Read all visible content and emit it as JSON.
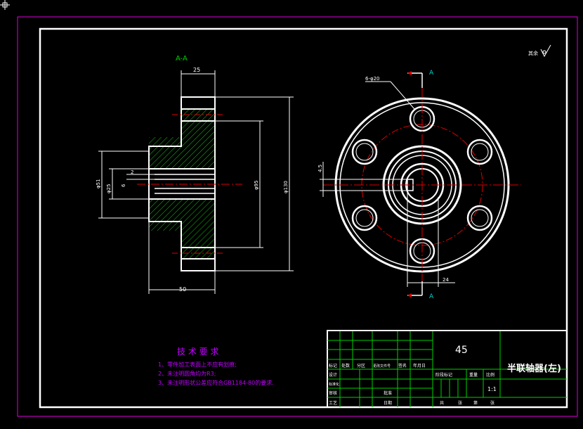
{
  "section_label": "A-A",
  "section_arrow_letter": "A",
  "roughness_note": "其余",
  "dimensions": {
    "hub_width": "25",
    "total_length": "50",
    "bore_dia": "φ25",
    "step_dia": "φ51",
    "bolt_circle": "φ95",
    "outer_dia": "φ130",
    "keyway_width": "2",
    "keyway_depth": "6",
    "holes": "6-φ20",
    "key_width_top": "4.5",
    "key_width_bottom": "24"
  },
  "tech_notes": {
    "title": "技 术 要 求",
    "lines": [
      "1、零件加工表面上不应有划痕;",
      "2、未注明圆角均为R3;",
      "3、未注明形状公差应符合GB1184-80的要求."
    ]
  },
  "title_block": {
    "material": "45",
    "part_name": "半联轴器(左)",
    "scale": "1:1",
    "scale_label": "比例",
    "row_labels": [
      "标记",
      "处数",
      "分区",
      "更改文件号",
      "签名",
      "年月日"
    ],
    "left_labels": [
      "设计",
      "标准化",
      "审核",
      "工艺"
    ],
    "mid_labels": [
      "批准",
      "日期"
    ],
    "right_labels": [
      "阶段标记",
      "重量"
    ],
    "bottom_labels": [
      "共",
      "张",
      "第",
      "张"
    ]
  }
}
